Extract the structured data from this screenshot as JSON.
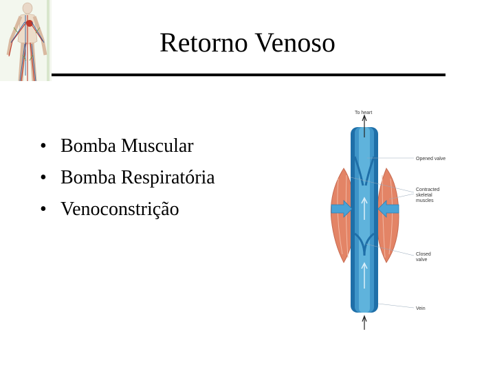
{
  "slide": {
    "title": "Retorno Venoso",
    "bullets": [
      "Bomba Muscular",
      "Bomba Respiratória",
      "Venoconstrição"
    ]
  },
  "diagram": {
    "labels": {
      "to_heart": "To heart",
      "opened_valve": "Opened valve",
      "contracted_line1": "Contracted",
      "contracted_line2": "skeletal",
      "contracted_line3": "muscles",
      "closed_line1": "Closed",
      "closed_line2": "valve",
      "vein": "Vein"
    },
    "colors": {
      "vein_dark": "#1f6fa8",
      "vein_light": "#5fb3dc",
      "muscle": "#e38466",
      "arrow": "#4aa3d6"
    }
  },
  "icons": [
    "circulatory-system-figure"
  ]
}
